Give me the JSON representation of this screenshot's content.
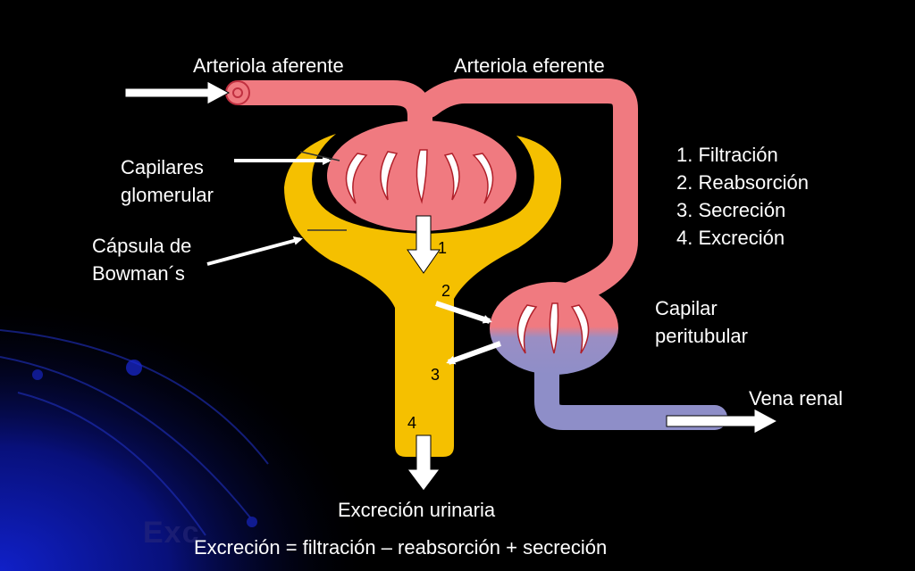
{
  "labels": {
    "afferent": "Arteriola aferente",
    "efferent": "Arteriola eferente",
    "glomerular_line1": "Capilares",
    "glomerular_line2": "glomerular",
    "bowman_line1": "Cápsula de",
    "bowman_line2": "Bowman´s",
    "peritubular_line1": "Capilar",
    "peritubular_line2": "peritubular",
    "renal_vein": "Vena renal",
    "urinary_excretion": "Excreción urinaria",
    "equation": "Excreción = filtración – reabsorción + secreción",
    "background_word": "Exc"
  },
  "steps": [
    "1. Filtración",
    "2. Reabsorción",
    "3. Secreción",
    "4. Excreción"
  ],
  "markers": [
    "1",
    "2",
    "3",
    "4"
  ],
  "colors": {
    "background": "#000000",
    "artery": "#f07a80",
    "vein": "#8e8ec8",
    "tubule": "#f5c000",
    "arrow": "#ffffff",
    "corner_glow": "#0a14a0"
  }
}
